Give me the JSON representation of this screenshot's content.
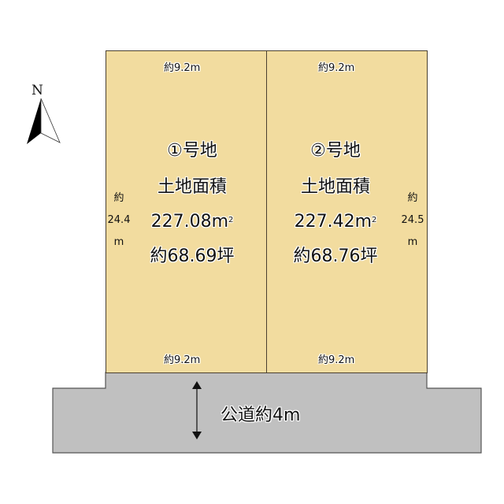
{
  "compass": {
    "label": "N",
    "icon": "north-arrow-icon"
  },
  "lots": [
    {
      "id": "lot-1",
      "title": "①号地",
      "area_label": "土地面積",
      "area_sqm": "227.08",
      "area_unit": "m",
      "area_unit_sup": "2",
      "area_tsubo": "約68.69坪",
      "top_width": "約9.2m",
      "bottom_width": "約9.2m",
      "side_depth": [
        "約",
        "24.4",
        "m"
      ]
    },
    {
      "id": "lot-2",
      "title": "②号地",
      "area_label": "土地面積",
      "area_sqm": "227.42",
      "area_unit": "m",
      "area_unit_sup": "2",
      "area_tsubo": "約68.76坪",
      "top_width": "約9.2m",
      "bottom_width": "約9.2m",
      "side_depth": [
        "約",
        "24.5",
        "m"
      ]
    }
  ],
  "road": {
    "label": "公道約4m",
    "icon": "double-arrow-vertical-icon"
  },
  "colors": {
    "lot_fill": "#f2dc9f",
    "road_fill": "#c0c0c0",
    "border": "#4a4030"
  }
}
